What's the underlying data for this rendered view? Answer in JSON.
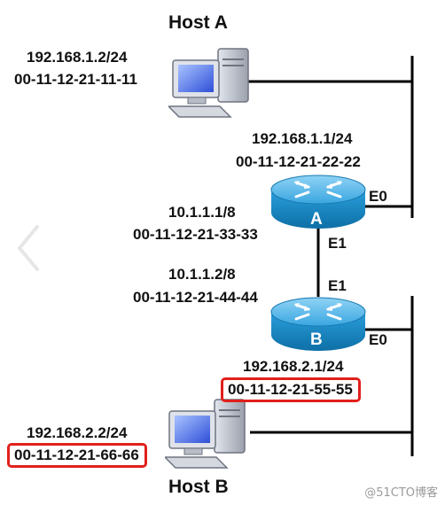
{
  "host_a": {
    "name": "Host A",
    "ip": "192.168.1.2/24",
    "mac": "00-11-12-21-11-11"
  },
  "router_a": {
    "letter": "A",
    "e0_ip": "192.168.1.1/24",
    "e0_mac": "00-11-12-21-22-22",
    "e0_label": "E0",
    "e1_ip": "10.1.1.1/8",
    "e1_mac": "00-11-12-21-33-33",
    "e1_label": "E1"
  },
  "router_b": {
    "letter": "B",
    "e1_ip": "10.1.1.2/8",
    "e1_mac": "00-11-12-21-44-44",
    "e1_label": "E1",
    "e0_ip": "192.168.2.1/24",
    "e0_mac": "00-11-12-21-55-55",
    "e0_label": "E0"
  },
  "host_b": {
    "name": "Host B",
    "ip": "192.168.2.2/24",
    "mac": "00-11-12-21-66-66"
  },
  "highlight_color": "#e0201b",
  "router_color": "#1b8ec9",
  "nav": {
    "icon": "chevron-left-icon"
  },
  "watermark": "@51CTO博客"
}
